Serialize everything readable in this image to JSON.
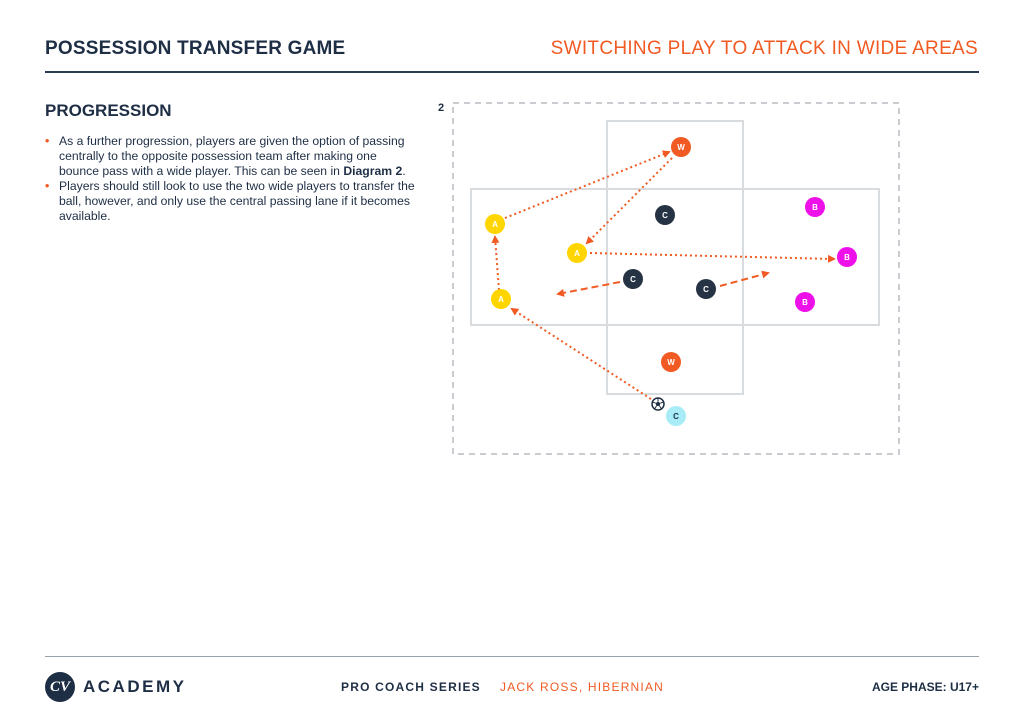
{
  "header": {
    "title": "POSSESSION TRANSFER GAME",
    "subtitle": "SWITCHING PLAY TO ATTACK IN WIDE AREAS"
  },
  "content": {
    "heading": "PROGRESSION",
    "bullet1": {
      "text": "As a further progression, players are given the option of passing centrally to the opposite possession team after making one bounce pass with a wide player. This can be seen in ",
      "bold": "Diagram 2",
      "end": "."
    },
    "bullet2": {
      "text": "Players should still look to use the two wide players to transfer the ball, however, and only use the central passing lane if it becomes available."
    }
  },
  "diagram": {
    "number": "2",
    "colors": {
      "team_a": "#ffd500",
      "team_b": "#ee10e8",
      "team_c": "#253344",
      "wide": "#f15a22",
      "coach": "#a8ecf7",
      "arrow": "#f15a22",
      "field_line": "#d9dcdf"
    },
    "players": [
      {
        "label": "W",
        "team": "wide"
      },
      {
        "label": "C",
        "team": "team_c"
      },
      {
        "label": "B",
        "team": "team_b"
      },
      {
        "label": "A",
        "team": "team_a"
      },
      {
        "label": "A",
        "team": "team_a"
      },
      {
        "label": "B",
        "team": "team_b"
      },
      {
        "label": "C",
        "team": "team_c"
      },
      {
        "label": "C",
        "team": "team_c"
      },
      {
        "label": "A",
        "team": "team_a"
      },
      {
        "label": "B",
        "team": "team_b"
      },
      {
        "label": "W",
        "team": "wide"
      },
      {
        "label": "C",
        "team": "coach"
      }
    ]
  },
  "footer": {
    "logo_text": "CV",
    "brand": "ACADEMY",
    "series": "PRO COACH SERIES",
    "coach": "JACK ROSS, HIBERNIAN",
    "age_phase": "AGE PHASE: U17+"
  }
}
